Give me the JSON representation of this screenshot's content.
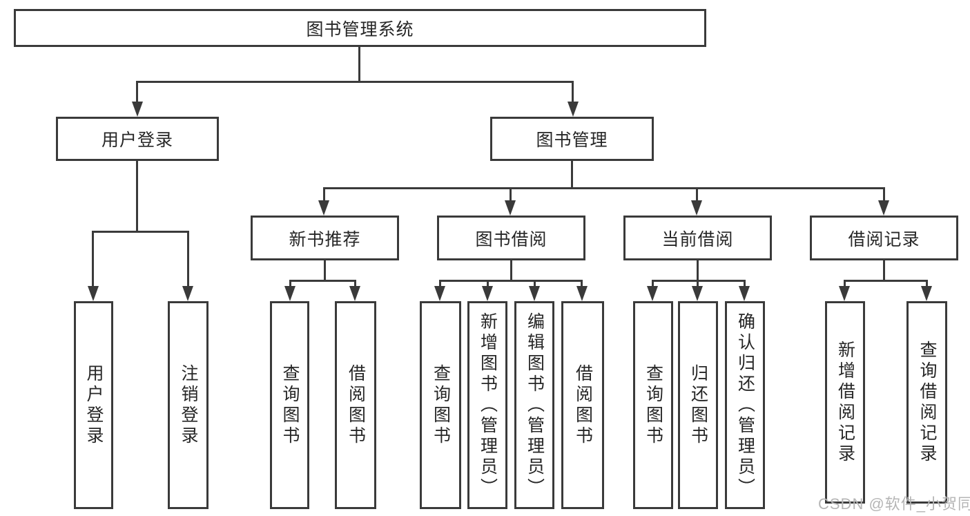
{
  "diagram": {
    "title": "图书管理系统",
    "root": {
      "label": "图书管理系统"
    },
    "user_login": {
      "label": "用户登录",
      "children": [
        {
          "label": "用户登录"
        },
        {
          "label": "注销登录"
        }
      ]
    },
    "book_management": {
      "label": "图书管理",
      "groups": [
        {
          "label": "新书推荐",
          "children": [
            {
              "label": "查询图书"
            },
            {
              "label": "借阅图书"
            }
          ]
        },
        {
          "label": "图书借阅",
          "children": [
            {
              "label": "查询图书"
            },
            {
              "label": "新增图书（管理员）"
            },
            {
              "label": "编辑图书（管理员）"
            },
            {
              "label": "借阅图书"
            }
          ]
        },
        {
          "label": "当前借阅",
          "children": [
            {
              "label": "查询图书"
            },
            {
              "label": "归还图书"
            },
            {
              "label": "确认归还（管理员）"
            }
          ]
        },
        {
          "label": "借阅记录",
          "children": [
            {
              "label": "新增借阅记录"
            },
            {
              "label": "查询借阅记录"
            }
          ]
        }
      ]
    }
  },
  "watermark": {
    "text": "CSDN @软件_小贺同学"
  },
  "colors": {
    "line": "#3a3a3a",
    "text": "#262626",
    "watermark": "#b5b5b5",
    "background": "#ffffff"
  }
}
